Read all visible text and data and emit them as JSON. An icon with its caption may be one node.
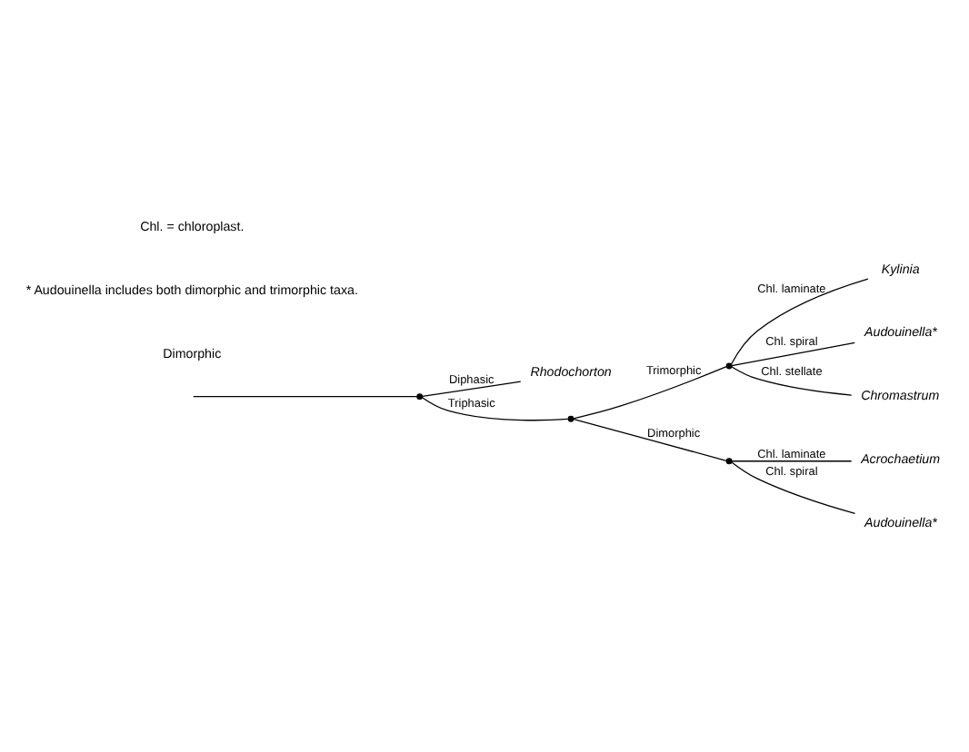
{
  "diagram": {
    "nodes": [
      {
        "text": [],
        "shape": "point"
      },
      {
        "text": [
          "Rhodochorton"
        ]
      },
      {
        "text": [],
        "shape": "point"
      },
      {
        "text": [],
        "shape": "point"
      },
      {
        "text": [
          "Kylinia"
        ]
      },
      {
        "text": [
          "Audouinella*"
        ]
      },
      {
        "text": [
          "Chromastrum"
        ]
      },
      {
        "text": [],
        "shape": "point"
      },
      {
        "text": [
          "Acrochaetium"
        ]
      },
      {
        "text": [
          "Audouinella*"
        ]
      }
    ],
    "edges": [
      {
        "from": null,
        "to": 0,
        "arrow": "none"
      },
      {
        "from": 0,
        "to": 1,
        "arrow": "none",
        "label": "Diphasic"
      },
      {
        "from": 0,
        "to": 2,
        "arrow": "none",
        "label": "Triphasic"
      },
      {
        "from": 2,
        "to": 3,
        "arrow": "none",
        "label": "Trimorphic"
      },
      {
        "from": 2,
        "to": 7,
        "arrow": "none",
        "label": "Dimorphic"
      },
      {
        "from": 3,
        "to": 4,
        "arrow": "none",
        "label": "Chl. laminate"
      },
      {
        "from": 3,
        "to": 5,
        "arrow": "none",
        "label": "Chl. spiral"
      },
      {
        "from": 3,
        "to": 6,
        "arrow": "none",
        "label": "Chl. stellate"
      },
      {
        "from": 7,
        "to": 8,
        "arrow": "none",
        "label": "Chl. laminate"
      },
      {
        "from": 7,
        "to": 9,
        "arrow": "none",
        "label": "Chl. spiral"
      }
    ],
    "labels": [
      "Dimorphic",
      "* Audouinella includes both dimorphic and trimorphic taxa.",
      "Chl. = chloroplast."
    ]
  }
}
